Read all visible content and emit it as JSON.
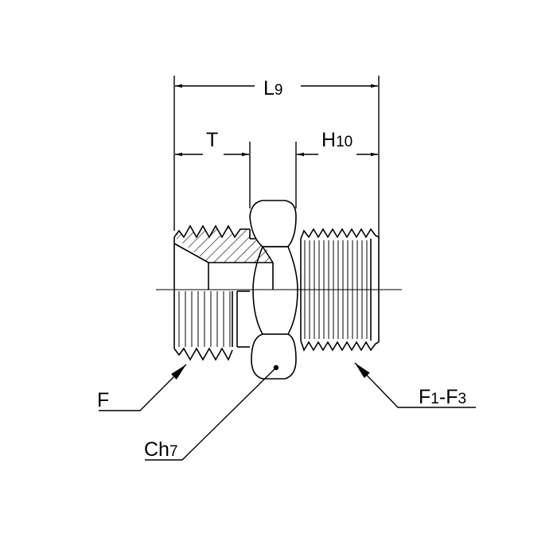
{
  "labels": {
    "l9": {
      "main": "L",
      "sub": "9"
    },
    "t": {
      "main": "T"
    },
    "h10": {
      "main": "H",
      "sub": "10"
    },
    "f": {
      "main": "F"
    },
    "ch7": {
      "main": "Ch",
      "sub": "7"
    },
    "f1f3": {
      "main1": "F",
      "sub1": "1",
      "dash": "-",
      "main2": "F",
      "sub2": "3"
    }
  },
  "colors": {
    "line": "#000000",
    "background": "#ffffff"
  }
}
